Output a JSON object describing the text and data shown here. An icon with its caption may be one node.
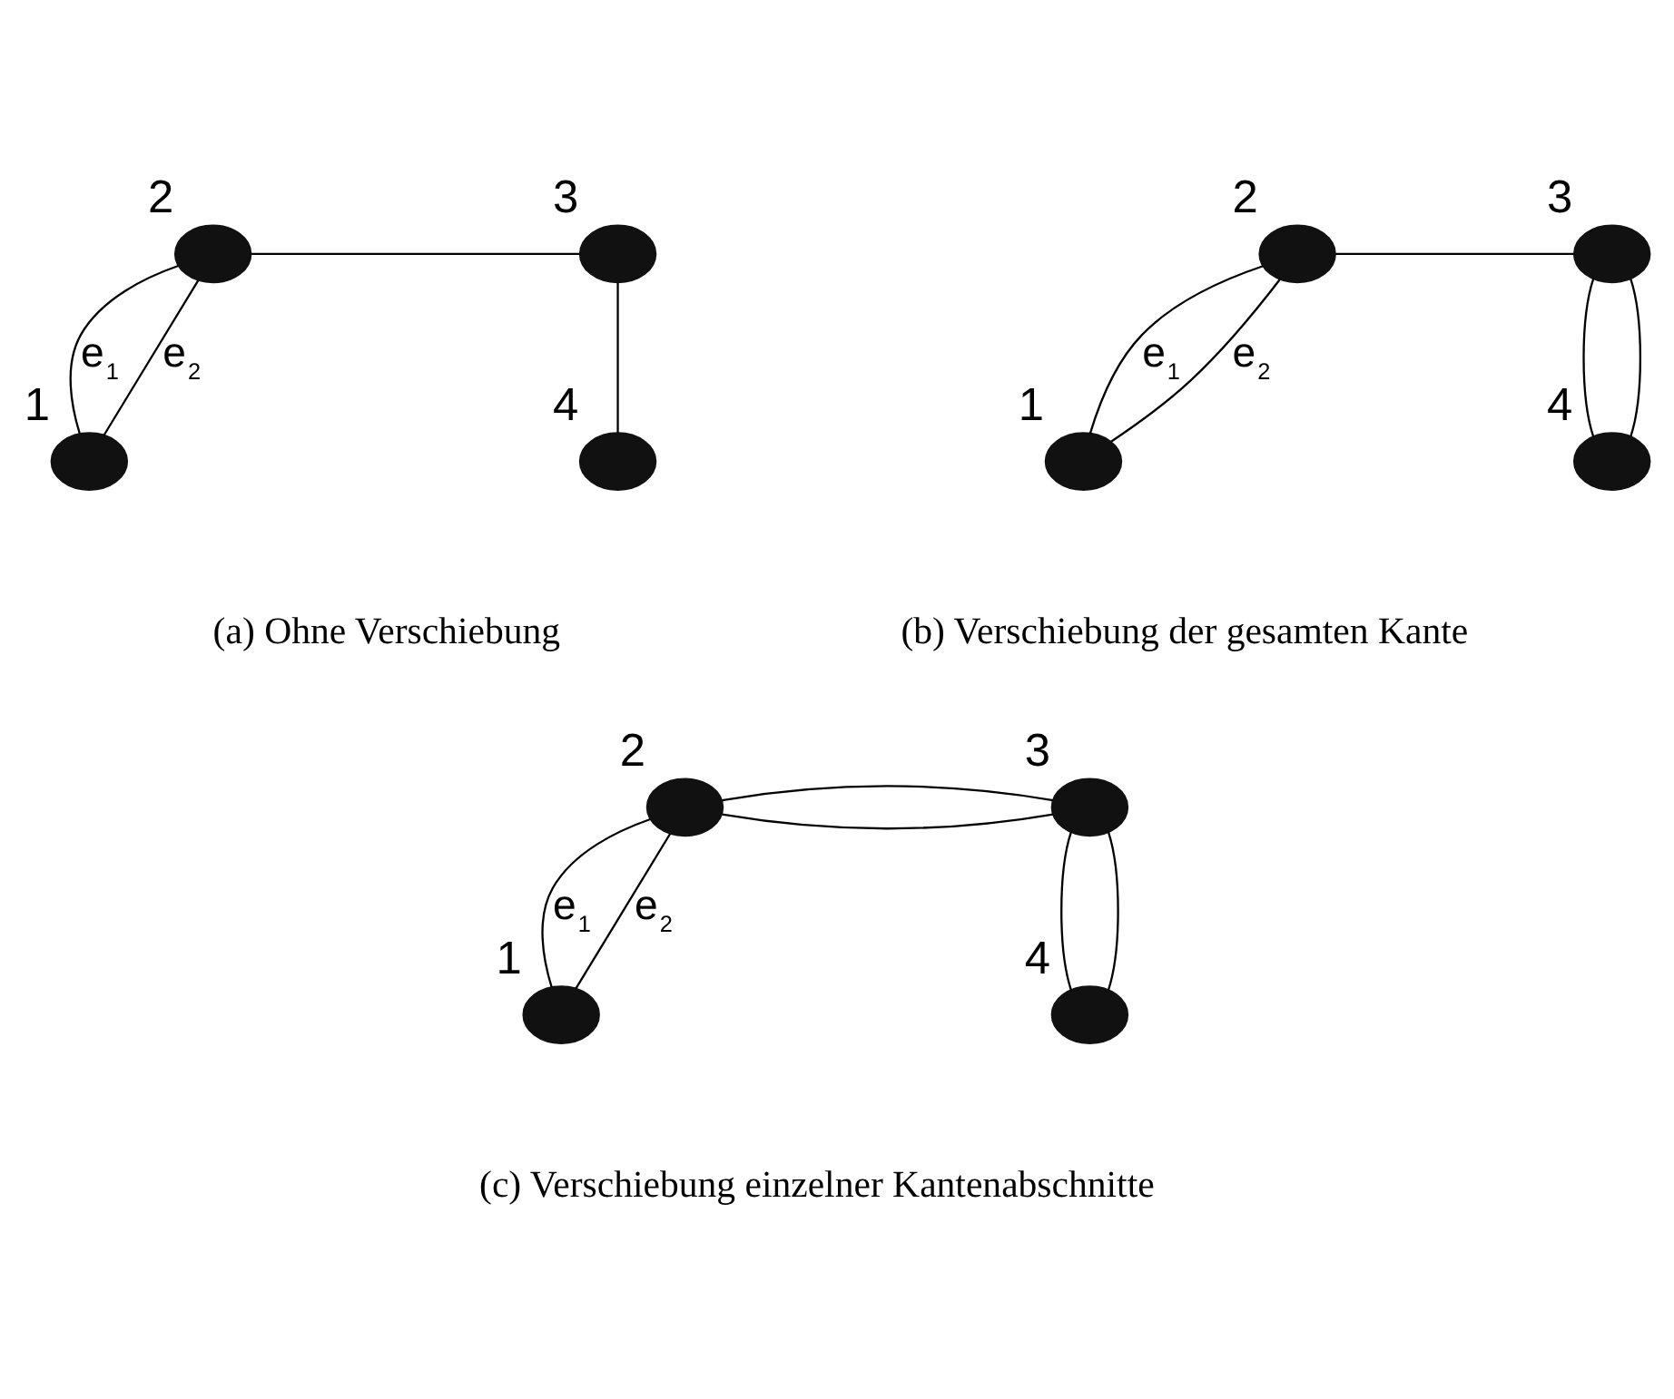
{
  "diagram": {
    "nodes": [
      {
        "text": [],
        "shape": "circle",
        "beside": [
          "1"
        ]
      },
      {
        "text": [],
        "shape": "circle",
        "beside": [
          "2"
        ]
      },
      {
        "text": [],
        "shape": "circle",
        "beside": [
          "3"
        ]
      },
      {
        "text": [],
        "shape": "circle",
        "beside": [
          "4"
        ]
      },
      {
        "text": [],
        "shape": "circle",
        "beside": [
          "1"
        ]
      },
      {
        "text": [],
        "shape": "circle",
        "beside": [
          "2"
        ]
      },
      {
        "text": [],
        "shape": "circle",
        "beside": [
          "3"
        ]
      },
      {
        "text": [],
        "shape": "circle",
        "beside": [
          "4"
        ]
      },
      {
        "text": [],
        "shape": "circle",
        "beside": [
          "1"
        ]
      },
      {
        "text": [],
        "shape": "circle",
        "beside": [
          "2"
        ]
      },
      {
        "text": [],
        "shape": "circle",
        "beside": [
          "3"
        ]
      },
      {
        "text": [],
        "shape": "circle",
        "beside": [
          "4"
        ]
      }
    ],
    "edges": [
      {
        "from": 1,
        "to": 0,
        "arrow": "none",
        "label": "e$_{1}$"
      },
      {
        "from": 1,
        "to": 0,
        "arrow": "none",
        "label": "e$_{2}$"
      },
      {
        "from": 1,
        "to": 2,
        "arrow": "none"
      },
      {
        "from": 2,
        "to": 3,
        "arrow": "none"
      },
      {
        "from": 5,
        "to": 4,
        "arrow": "none",
        "label": "e$_{1}$"
      },
      {
        "from": 5,
        "to": 4,
        "arrow": "none",
        "label": "e$_{2}$"
      },
      {
        "from": 5,
        "to": 6,
        "arrow": "none"
      },
      {
        "from": 6,
        "to": 7,
        "arrow": "none"
      },
      {
        "from": 6,
        "to": 7,
        "arrow": "none"
      },
      {
        "from": 9,
        "to": 8,
        "arrow": "none",
        "label": "e$_{1}$"
      },
      {
        "from": 9,
        "to": 8,
        "arrow": "none",
        "label": "e$_{2}$"
      },
      {
        "from": 9,
        "to": 10,
        "arrow": "none"
      },
      {
        "from": 9,
        "to": 10,
        "arrow": "none"
      },
      {
        "from": 10,
        "to": 11,
        "arrow": "none"
      },
      {
        "from": 10,
        "to": 11,
        "arrow": "none"
      }
    ],
    "labels": [
      "(a) Ohne Verschiebung",
      "(b) Verschiebung der gesamten Kante",
      "(c) Verschiebung einzelner Kantenabschnitte"
    ]
  }
}
